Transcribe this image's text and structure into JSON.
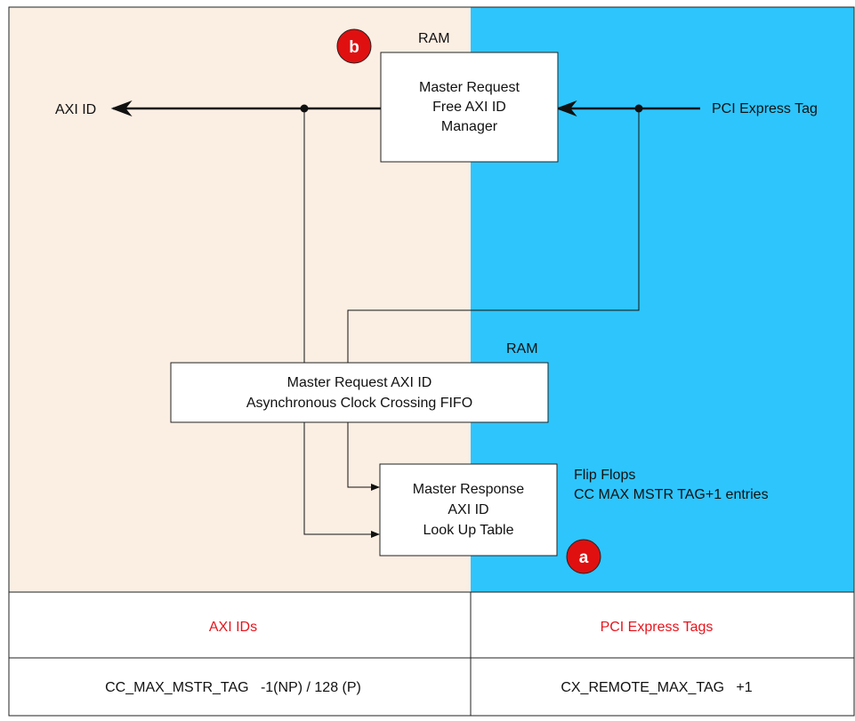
{
  "colors": {
    "left_region": "#fbeee3",
    "right_region": "#2ec5fc",
    "badge": "#e01010",
    "header_text": "#e8141c"
  },
  "labels": {
    "axi_id": "AXI ID",
    "pci_express_tag": "PCI Express Tag",
    "ram_top": "RAM",
    "ram_mid": "RAM",
    "flip_flops_line1": "Flip Flops",
    "flip_flops_line2": "CC MAX MSTR TAG+1 entries"
  },
  "badges": {
    "a": "a",
    "b": "b"
  },
  "boxes": {
    "free_id_manager": [
      "Master Request",
      "Free AXI ID",
      "Manager"
    ],
    "async_fifo": [
      "Master Request AXI ID",
      "Asynchronous Clock Crossing FIFO"
    ],
    "lookup_table": [
      "Master Response",
      "AXI ID",
      "Look Up Table"
    ]
  },
  "table": {
    "headers": [
      "AXI IDs",
      "PCI Express Tags"
    ],
    "values": [
      "CC_MAX_MSTR_TAG   -1(NP) / 128 (P)",
      "CX_REMOTE_MAX_TAG   +1"
    ]
  }
}
